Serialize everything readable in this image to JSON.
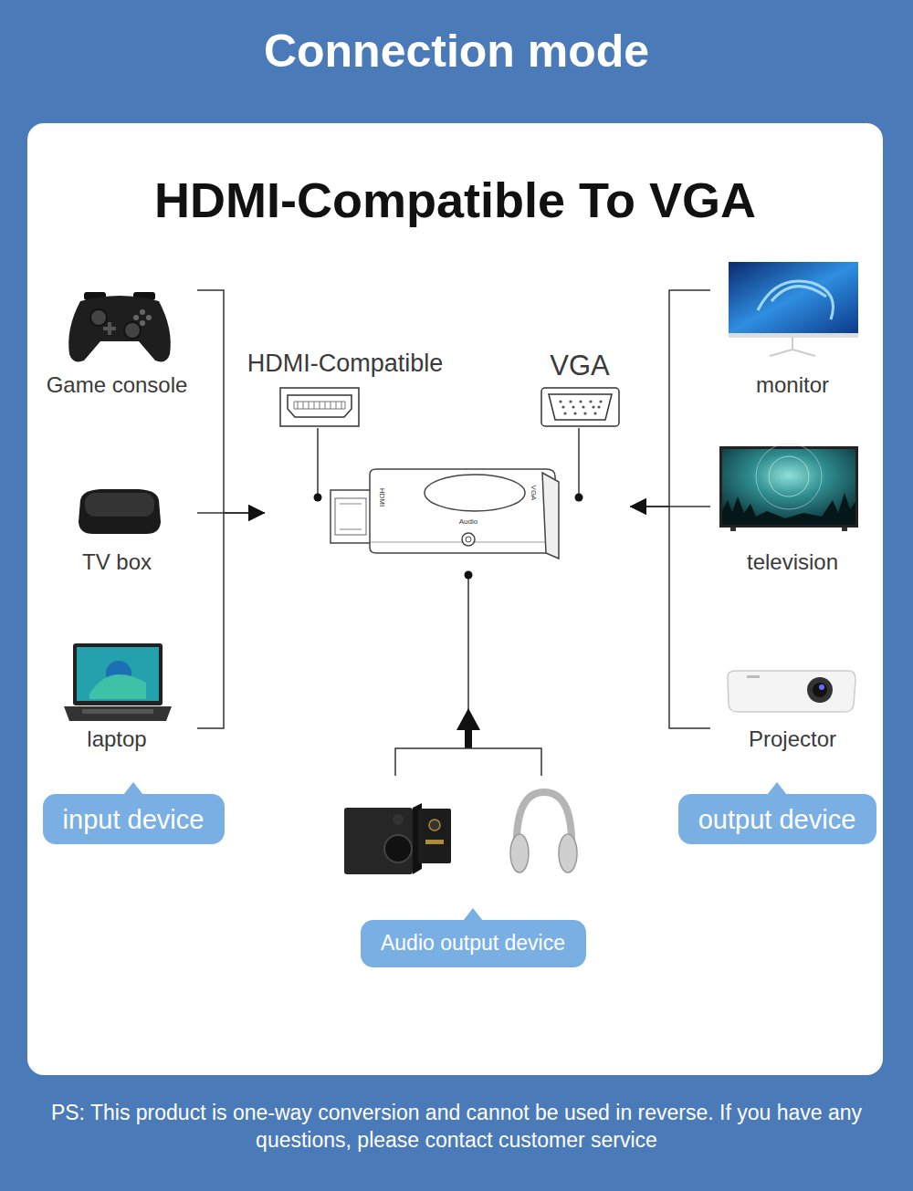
{
  "diagram": {
    "title": "Connection mode",
    "nodes": [
      {
        "text": [
          "Game console"
        ]
      },
      {
        "text": [
          "HDMI-Compatible"
        ]
      },
      {
        "text": [
          "VGA"
        ]
      },
      {
        "text": [
          "monitor"
        ]
      },
      {
        "text": [
          "TV box"
        ]
      },
      {
        "text": [
          "HDMI",
          "Audio",
          "VGA"
        ]
      },
      {
        "text": [
          "television"
        ]
      },
      {
        "text": [
          "laptop"
        ]
      },
      {
        "text": [
          "Projector"
        ]
      },
      {
        "text": [
          "input device"
        ]
      },
      {
        "text": [
          "output device"
        ]
      },
      {
        "text": [
          "Audio output device"
        ]
      }
    ],
    "edges": [
      {
        "from": 0,
        "to": 5,
        "arrow": "to"
      },
      {
        "from": 4,
        "to": 5,
        "arrow": "to"
      },
      {
        "from": 7,
        "to": 5,
        "arrow": "to"
      },
      {
        "from": 1,
        "to": 5,
        "arrow": "none"
      },
      {
        "from": 2,
        "to": 5,
        "arrow": "none"
      },
      {
        "from": 3,
        "to": 5,
        "arrow": "to"
      },
      {
        "from": 6,
        "to": 5,
        "arrow": "to"
      },
      {
        "from": 8,
        "to": 5,
        "arrow": "to"
      }
    ],
    "labels": [
      "HDMI-Compatible To VGA",
      "PS: This product is one-way conversion and cannot be used in reverse. If you have any questions, please contact customer service"
    ]
  }
}
